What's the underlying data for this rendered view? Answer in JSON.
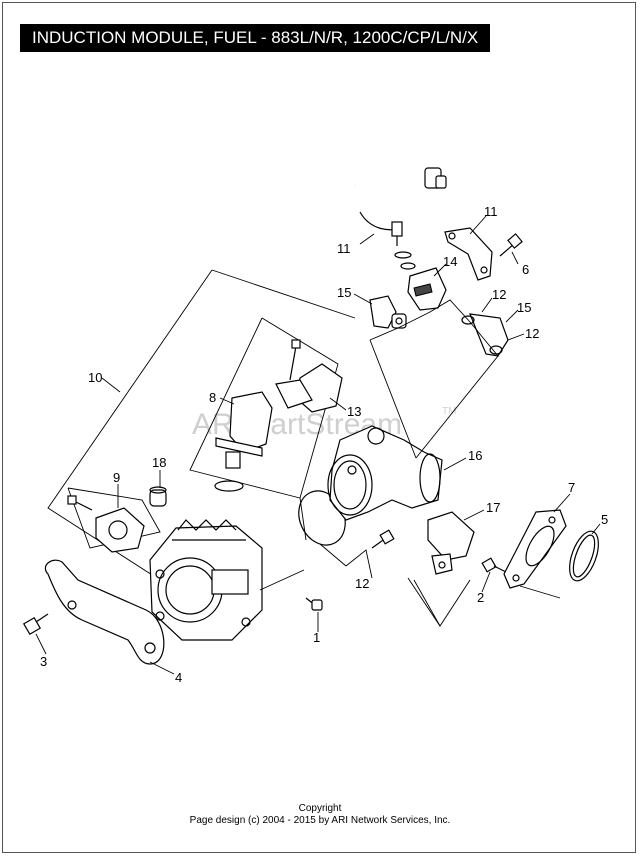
{
  "title": "INDUCTION MODULE, FUEL - 883L/N/R, 1200C/CP/L/N/X",
  "watermark": {
    "text": "ARI PartStream",
    "tm": "TM"
  },
  "callouts": {
    "c1": "1",
    "c2": "2",
    "c3": "3",
    "c4": "4",
    "c5": "5",
    "c6": "6",
    "c7": "7",
    "c8": "8",
    "c9": "9",
    "c10": "10",
    "c11a": "11",
    "c11b": "11",
    "c12a": "12",
    "c12b": "12",
    "c12c": "12",
    "c13": "13",
    "c14": "14",
    "c15a": "15",
    "c15b": "15",
    "c16": "16",
    "c17": "17",
    "c18": "18"
  },
  "footer": {
    "line1": "Copyright",
    "line2": "Page design (c) 2004 - 2015 by ARI Network Services, Inc."
  }
}
